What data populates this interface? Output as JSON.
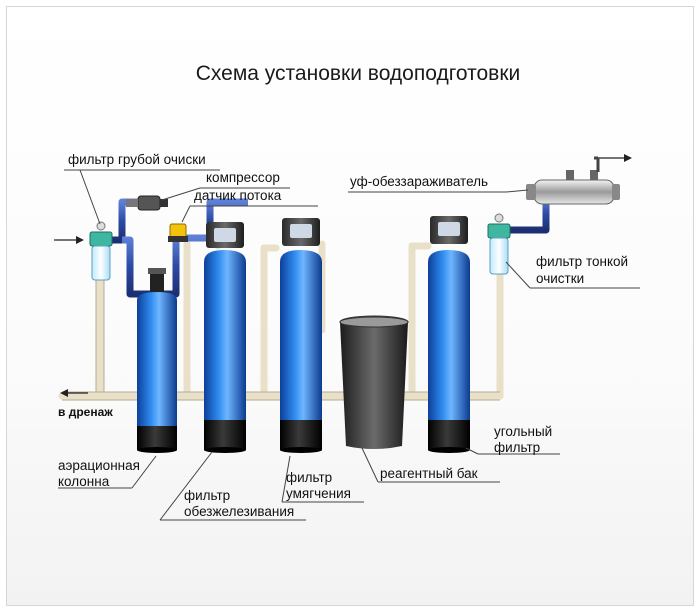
{
  "title": "Схема установки водоподготовки",
  "labels": {
    "coarse_filter": "фильтр грубой очиски",
    "compressor": "компрессор",
    "flow_sensor": "датчик потока",
    "uv": "уф-обеззараживатель",
    "fine_filter_1": "фильтр тонкой",
    "fine_filter_2": "очистки",
    "drain": "в дренаж",
    "aeration_1": "аэрационная",
    "aeration_2": "колонна",
    "iron_1": "фильтр",
    "iron_2": "обезжелезивания",
    "soft_1": "фильтр",
    "soft_2": "умягчения",
    "brine_tank": "реагентный бак",
    "carbon_1": "угольный",
    "carbon_2": "фильтр"
  },
  "colors": {
    "water_pipe": "#2e4fa8",
    "drain_pipe": "#e3dbc4",
    "tank_blue": "#1e6fd8",
    "tank_base": "#0f0f0f",
    "filter_housing": "#3fb7a0"
  }
}
